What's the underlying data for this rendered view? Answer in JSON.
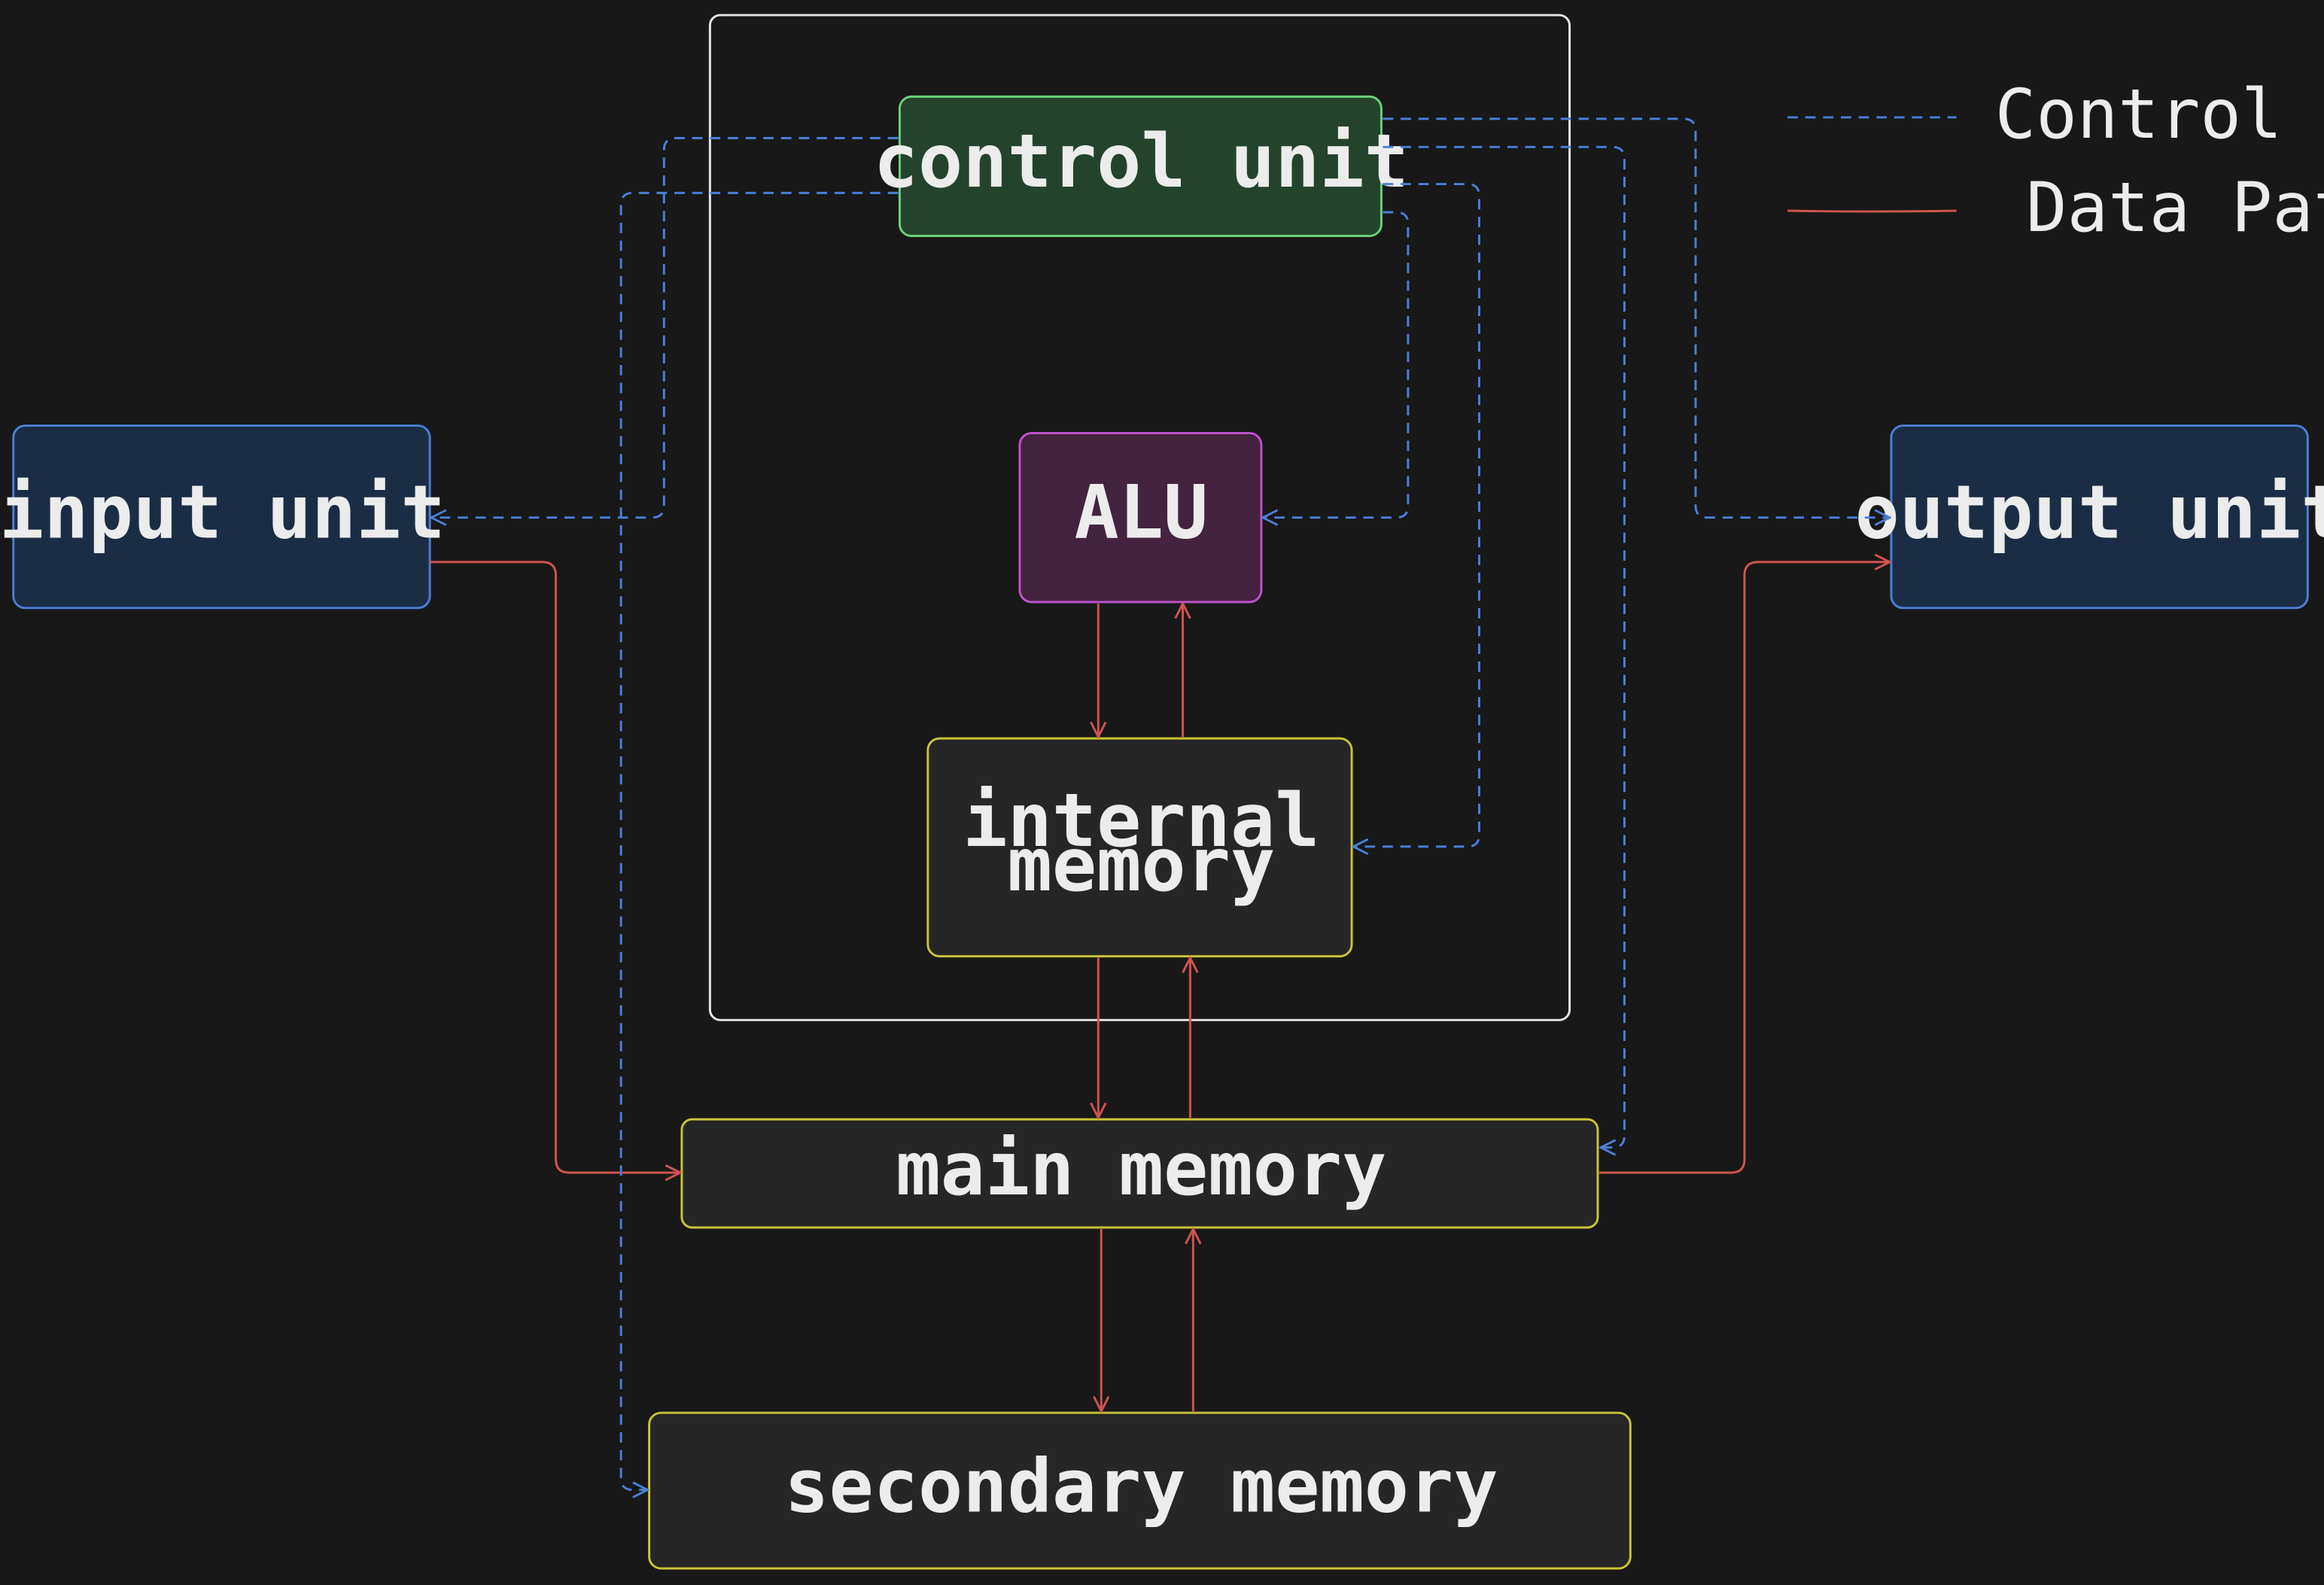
{
  "colors": {
    "background": "#181818",
    "control_path": "#4a7fd6",
    "data_path": "#d0534e",
    "cpu_frame": "#e6e6e6",
    "control_unit_fill": "#23432c",
    "control_unit_stroke": "#6bd17d",
    "alu_fill": "#44233f",
    "alu_stroke": "#c052cf",
    "io_fill": "#1b2d45",
    "io_stroke": "#4a7fd6",
    "memory_fill": "#262626",
    "memory_stroke": "#c9c436"
  },
  "nodes": {
    "control_unit": "control unit",
    "alu": "ALU",
    "internal_memory_line1": "internal",
    "internal_memory_line2": "memory",
    "input_unit": "input unit",
    "output_unit": "output unit",
    "main_memory": "main memory",
    "secondary_memory": "secondary memory"
  },
  "legend": {
    "control_path": "Control Path",
    "data_path": "Data Path"
  }
}
